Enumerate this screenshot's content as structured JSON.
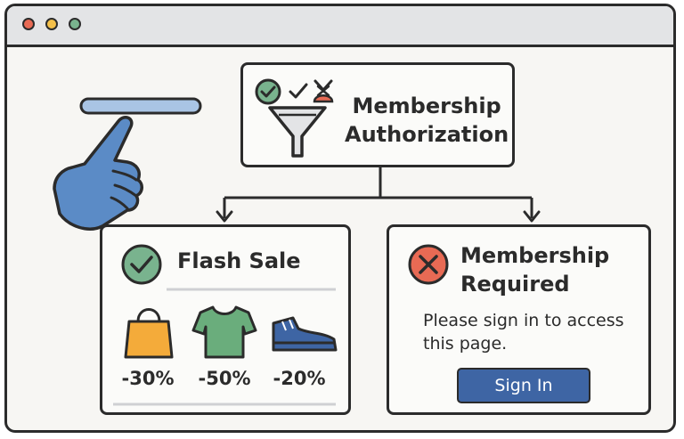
{
  "colors": {
    "outline": "#2b2b2b",
    "window_bg": "#f7f6f3",
    "titlebar_bg": "#e3e4e6",
    "success_green": "#79b38e",
    "error_red": "#e86a54",
    "accent_blue": "#3e65a4",
    "hand_blue": "#5b8bc6",
    "bag_orange": "#f4ab3a",
    "shirt_green": "#6aad7c"
  },
  "window": {
    "controls": [
      "close-dot",
      "minimize-dot",
      "maximize-dot"
    ]
  },
  "auth": {
    "title_line1": "Membership",
    "title_line2": "Authorization",
    "icons": [
      "check-circle-icon",
      "checkmark-icon",
      "cross-icon",
      "funnel-icon"
    ]
  },
  "flash_sale": {
    "title": "Flash Sale",
    "items": [
      {
        "icon": "shopping-bag-icon",
        "discount": "-30%"
      },
      {
        "icon": "t-shirt-icon",
        "discount": "-50%"
      },
      {
        "icon": "sneaker-icon",
        "discount": "-20%"
      }
    ]
  },
  "membership_required": {
    "title_line1": "Membership",
    "title_line2": "Required",
    "message": "Please sign in to access this page.",
    "button_label": "Sign In"
  },
  "decor": {
    "icons": [
      "pointing-hand-icon",
      "slider-bar",
      "arrow-down-icon"
    ]
  }
}
